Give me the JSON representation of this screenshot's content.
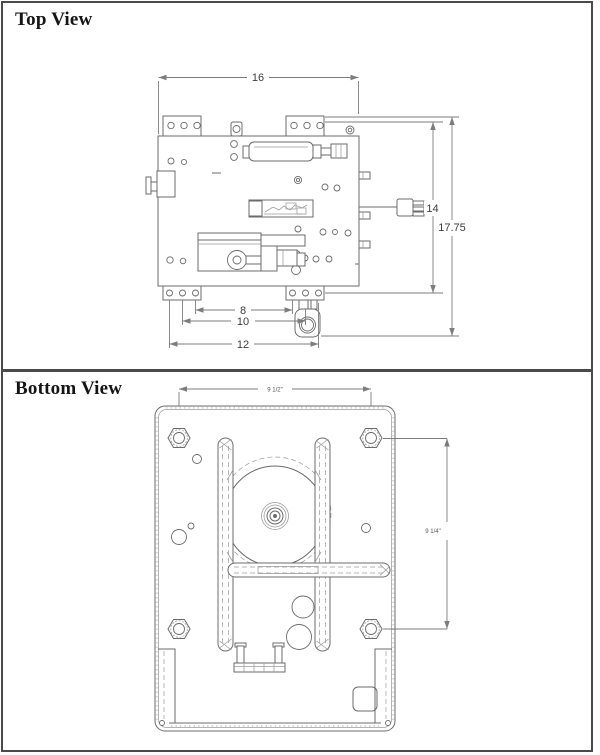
{
  "top_view": {
    "title": "Top View",
    "dim_width": "16",
    "dim_height_brackets": "14",
    "dim_height_overall": "17.75",
    "dim_holes_inner": "8",
    "dim_holes_mid": "10",
    "dim_holes_outer": "12"
  },
  "bottom_view": {
    "title": "Bottom View",
    "dim_width": "9 1/2\"",
    "dim_height": "9 1/4\""
  },
  "style": {
    "frame_color": "#4a4a4a",
    "part_line_color": "#6b6b6b",
    "dimension_line_color": "#7d7d7d"
  }
}
